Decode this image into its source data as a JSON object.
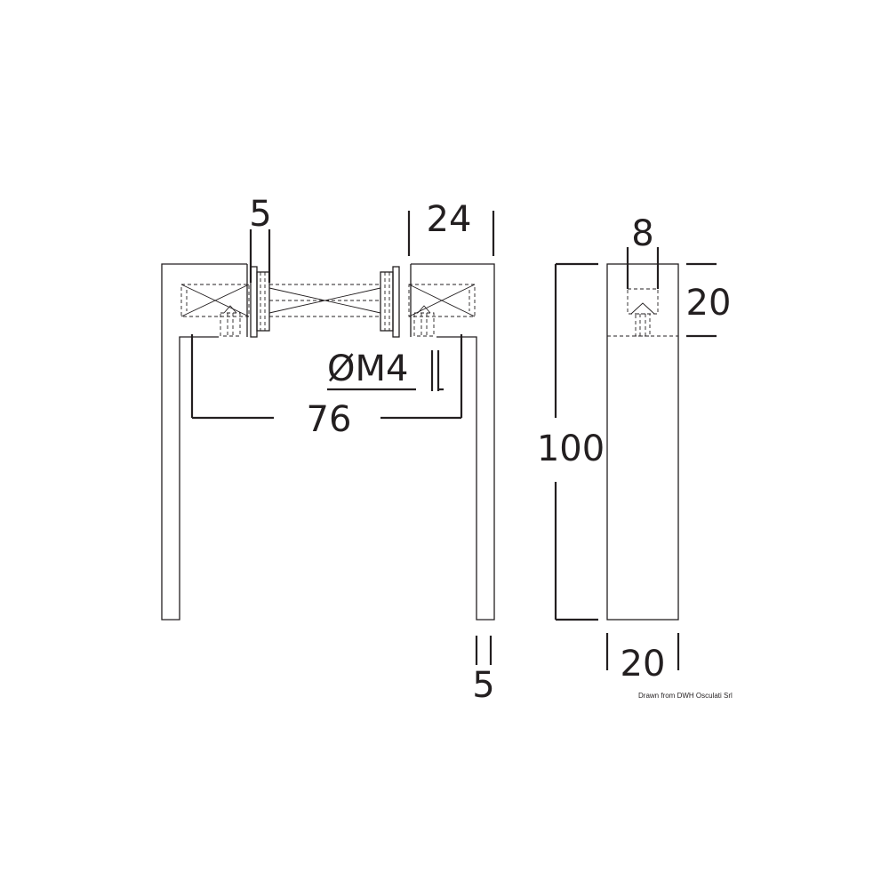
{
  "front_view": {
    "dim_top_thickness": "5",
    "dim_grip_width": "24",
    "dim_thread": "ØM4",
    "dim_hole_spacing": "76",
    "dim_bottom_thickness": "5"
  },
  "side_view": {
    "dim_hole_width": "8",
    "dim_hole_depth": "20",
    "dim_height": "100",
    "dim_width": "20"
  },
  "credit": "Drawn from DWH Osculati Srl"
}
